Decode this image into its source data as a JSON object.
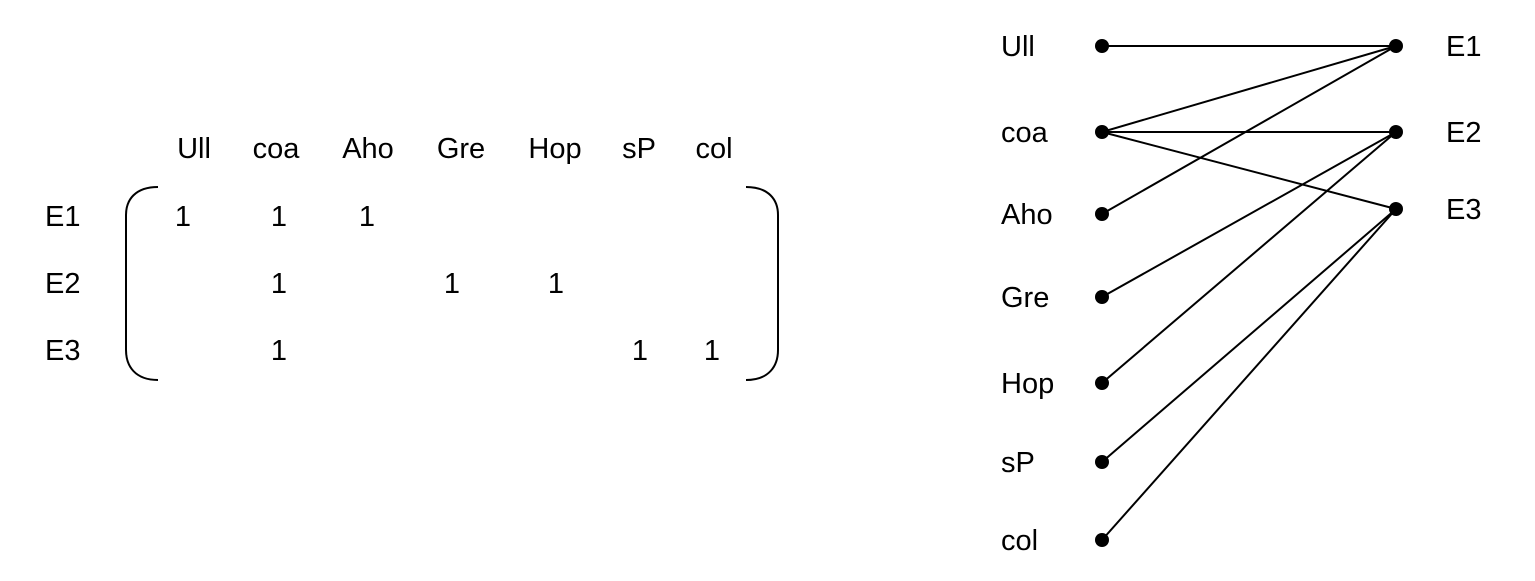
{
  "matrix": {
    "columns": [
      "Ull",
      "coa",
      "Aho",
      "Gre",
      "Hop",
      "sP",
      "col"
    ],
    "rows": [
      {
        "label": "E1",
        "cells": [
          "1",
          "1",
          "1",
          "",
          "",
          "",
          ""
        ]
      },
      {
        "label": "E2",
        "cells": [
          "",
          "1",
          "",
          "1",
          "1",
          "",
          ""
        ]
      },
      {
        "label": "E3",
        "cells": [
          "",
          "1",
          "",
          "",
          "",
          "1",
          "1"
        ]
      }
    ]
  },
  "graph": {
    "left_nodes": [
      "Ull",
      "coa",
      "Aho",
      "Gre",
      "Hop",
      "sP",
      "col"
    ],
    "right_nodes": [
      "E1",
      "E2",
      "E3"
    ],
    "edges": [
      [
        "Ull",
        "E1"
      ],
      [
        "coa",
        "E1"
      ],
      [
        "Aho",
        "E1"
      ],
      [
        "coa",
        "E2"
      ],
      [
        "Gre",
        "E2"
      ],
      [
        "Hop",
        "E2"
      ],
      [
        "coa",
        "E3"
      ],
      [
        "sP",
        "E3"
      ],
      [
        "col",
        "E3"
      ]
    ]
  }
}
